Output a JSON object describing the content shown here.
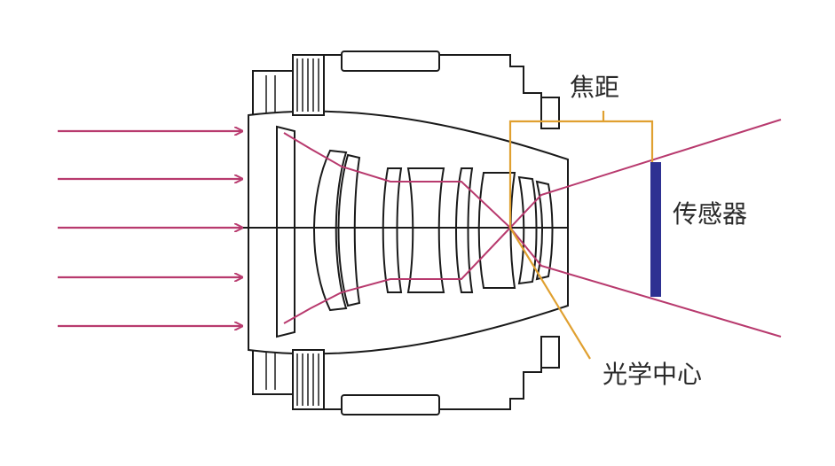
{
  "labels": {
    "focal_length": "焦距",
    "sensor": "传感器",
    "optical_center": "光学中心"
  },
  "colors": {
    "rays": "#b83a6e",
    "lens_outline": "#1a1a1a",
    "annotation_lines": "#e0a030",
    "sensor": "#2e3192",
    "text": "#2a2a2a"
  },
  "incoming_ray_count": 5
}
